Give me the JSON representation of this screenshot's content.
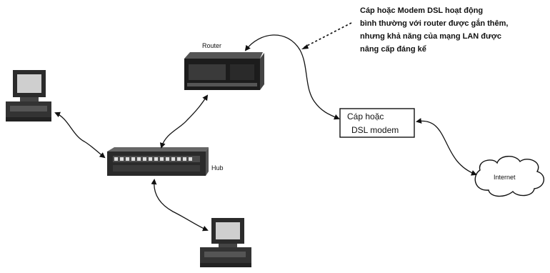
{
  "note": {
    "lines": [
      "Cáp hoặc Modem DSL hoạt động",
      "bình thường với router được gắn thêm,",
      "nhưng khả năng của mạng LAN được",
      "nâng cấp đáng kể"
    ]
  },
  "labels": {
    "router": "Router",
    "hub": "Hub",
    "internet": "Internet",
    "modem_line1": "Cáp hoặc",
    "modem_line2": "DSL modem"
  },
  "colors": {
    "ink": "#111111",
    "device_dark": "#1a1a1a",
    "device_mid": "#6b6b6b",
    "paper": "#ffffff"
  },
  "icons": {
    "computer": "desktop-computer-icon",
    "router": "router-icon",
    "hub": "hub-icon",
    "cloud": "internet-cloud-icon"
  }
}
